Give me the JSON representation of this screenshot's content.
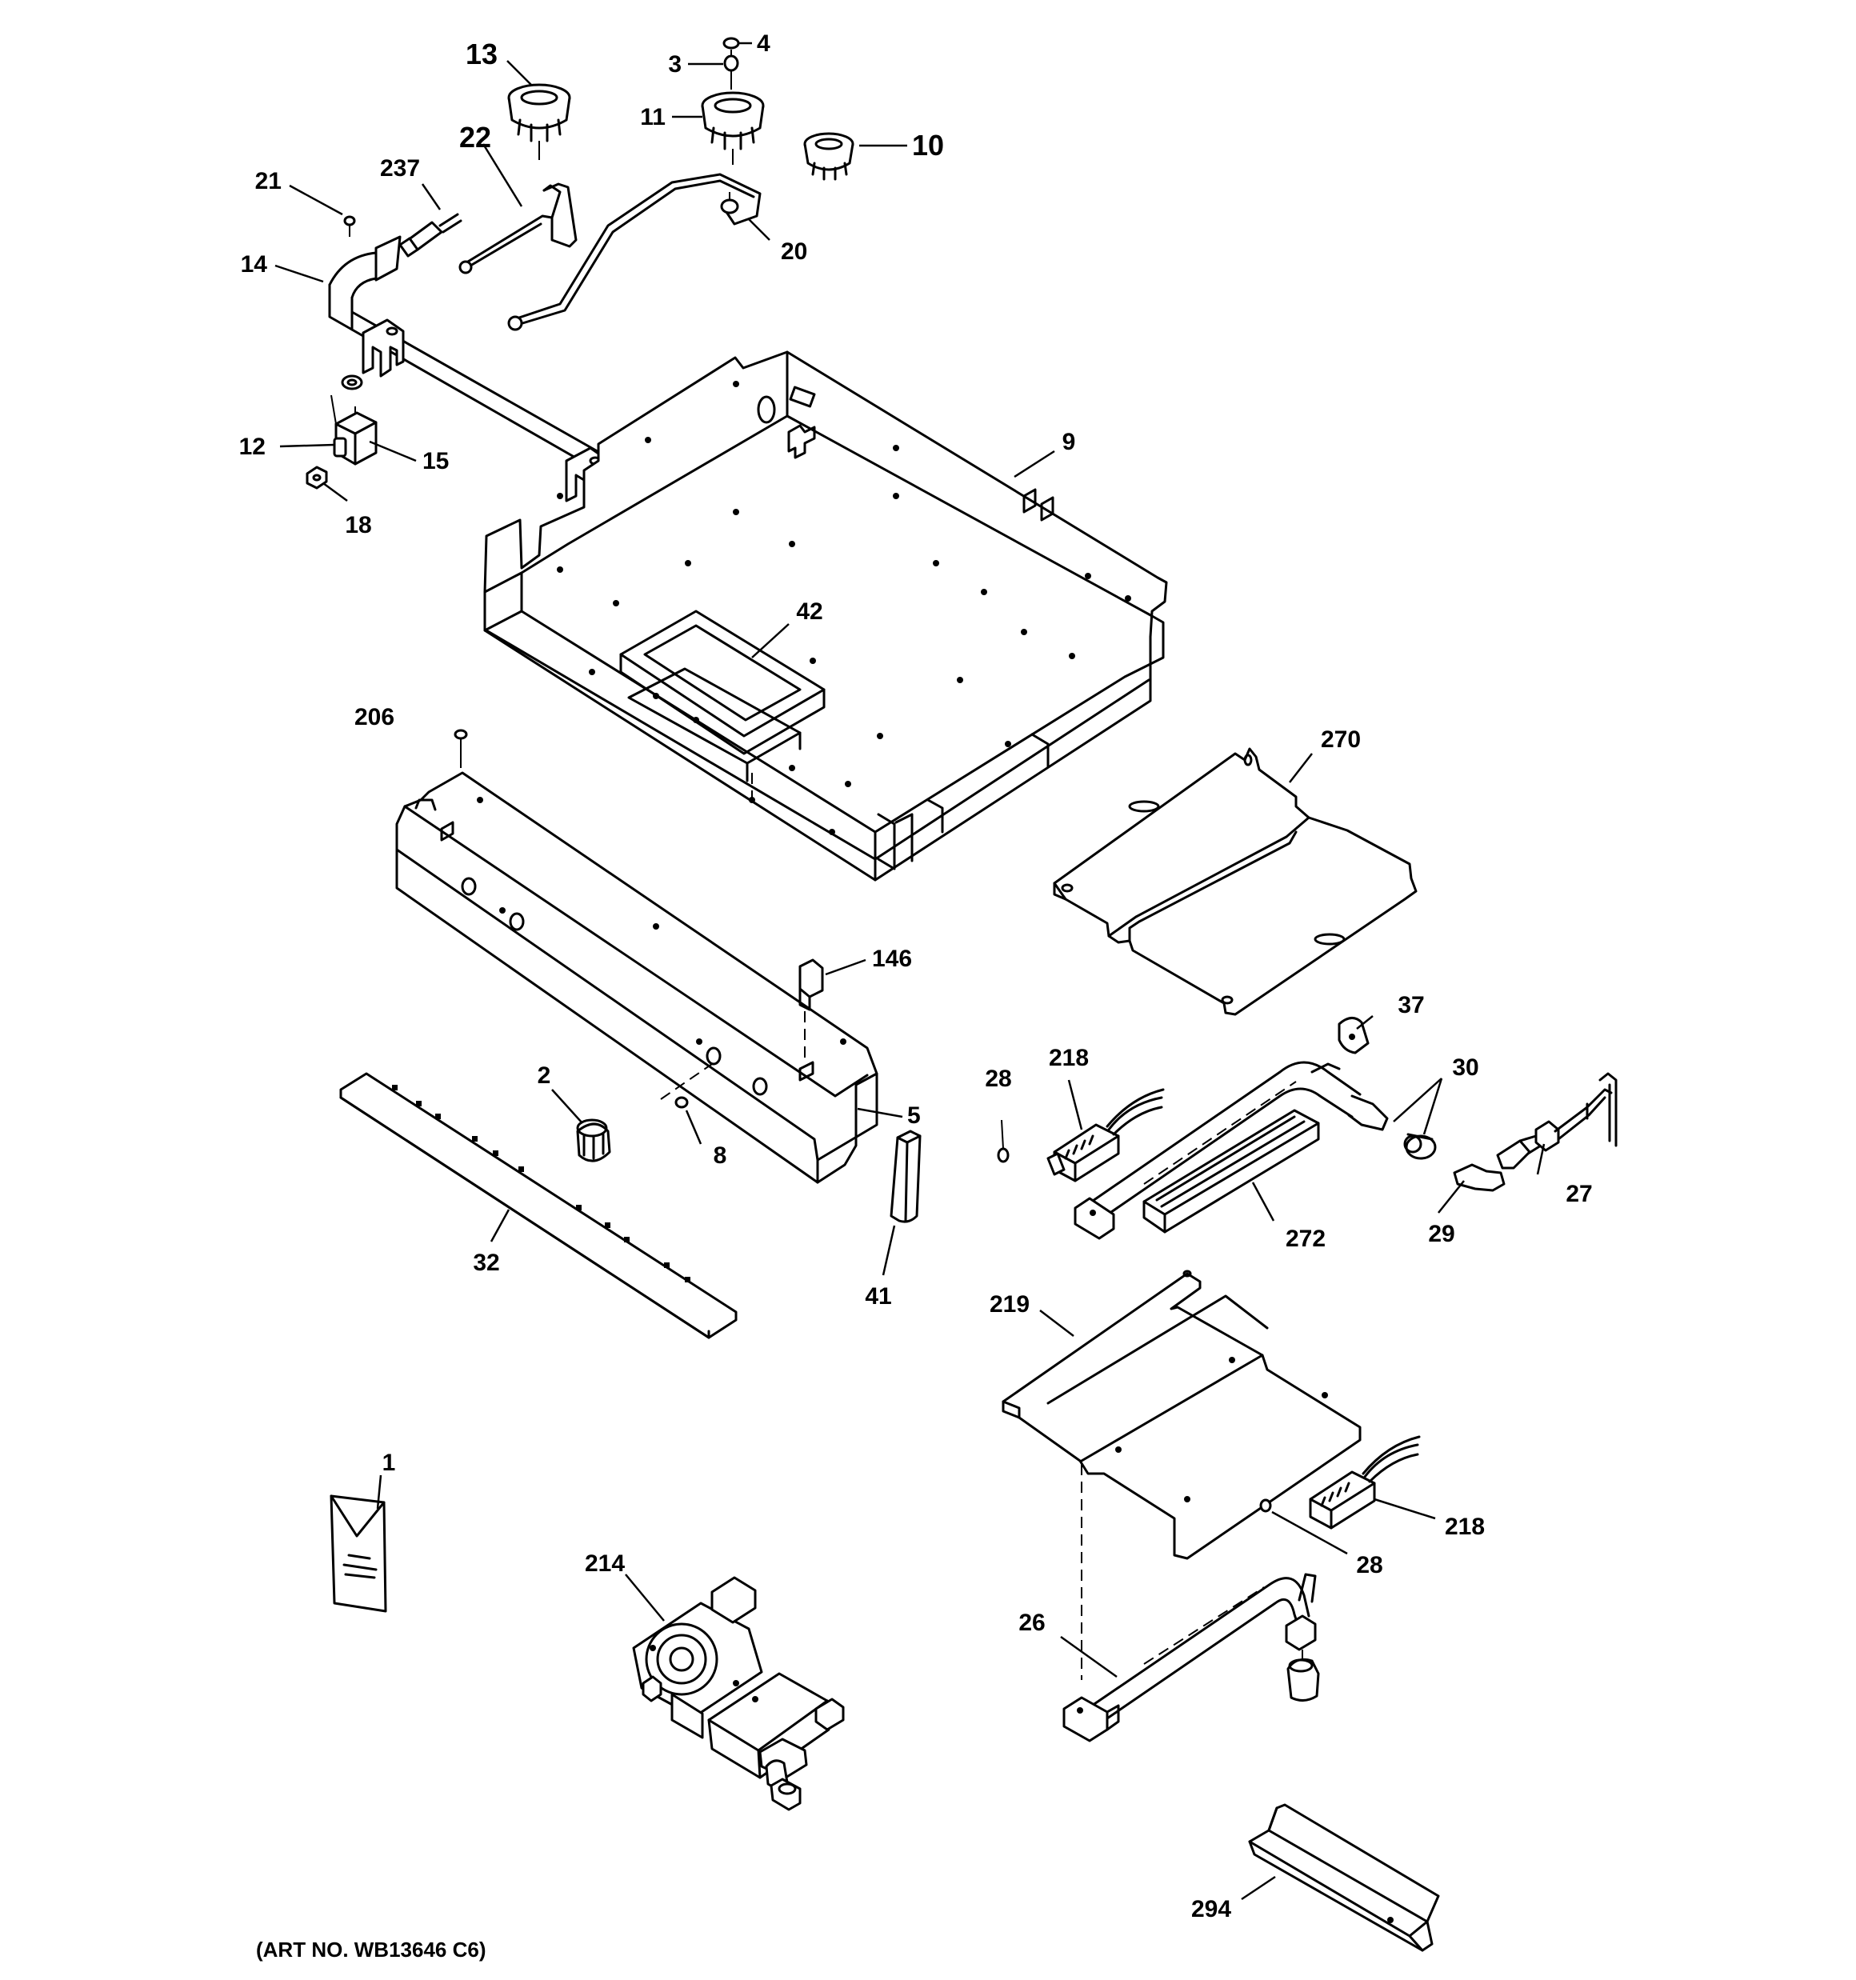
{
  "diagram": {
    "art_number": "(ART NO. WB13646 C6)",
    "callouts": {
      "c1": "1",
      "c2": "2",
      "c3": "3",
      "c4": "4",
      "c5": "5",
      "c8": "8",
      "c9": "9",
      "c10": "10",
      "c11": "11",
      "c12": "12",
      "c13": "13",
      "c14": "14",
      "c15": "15",
      "c18": "18",
      "c20": "20",
      "c21": "21",
      "c22": "22",
      "c26": "26",
      "c27": "27",
      "c28a": "28",
      "c28b": "28",
      "c29": "29",
      "c30": "30",
      "c32": "32",
      "c37": "37",
      "c41": "41",
      "c42": "42",
      "c146": "146",
      "c206": "206",
      "c214": "214",
      "c218a": "218",
      "c218b": "218",
      "c219": "219",
      "c237": "237",
      "c270": "270",
      "c272": "272",
      "c294": "294"
    }
  }
}
